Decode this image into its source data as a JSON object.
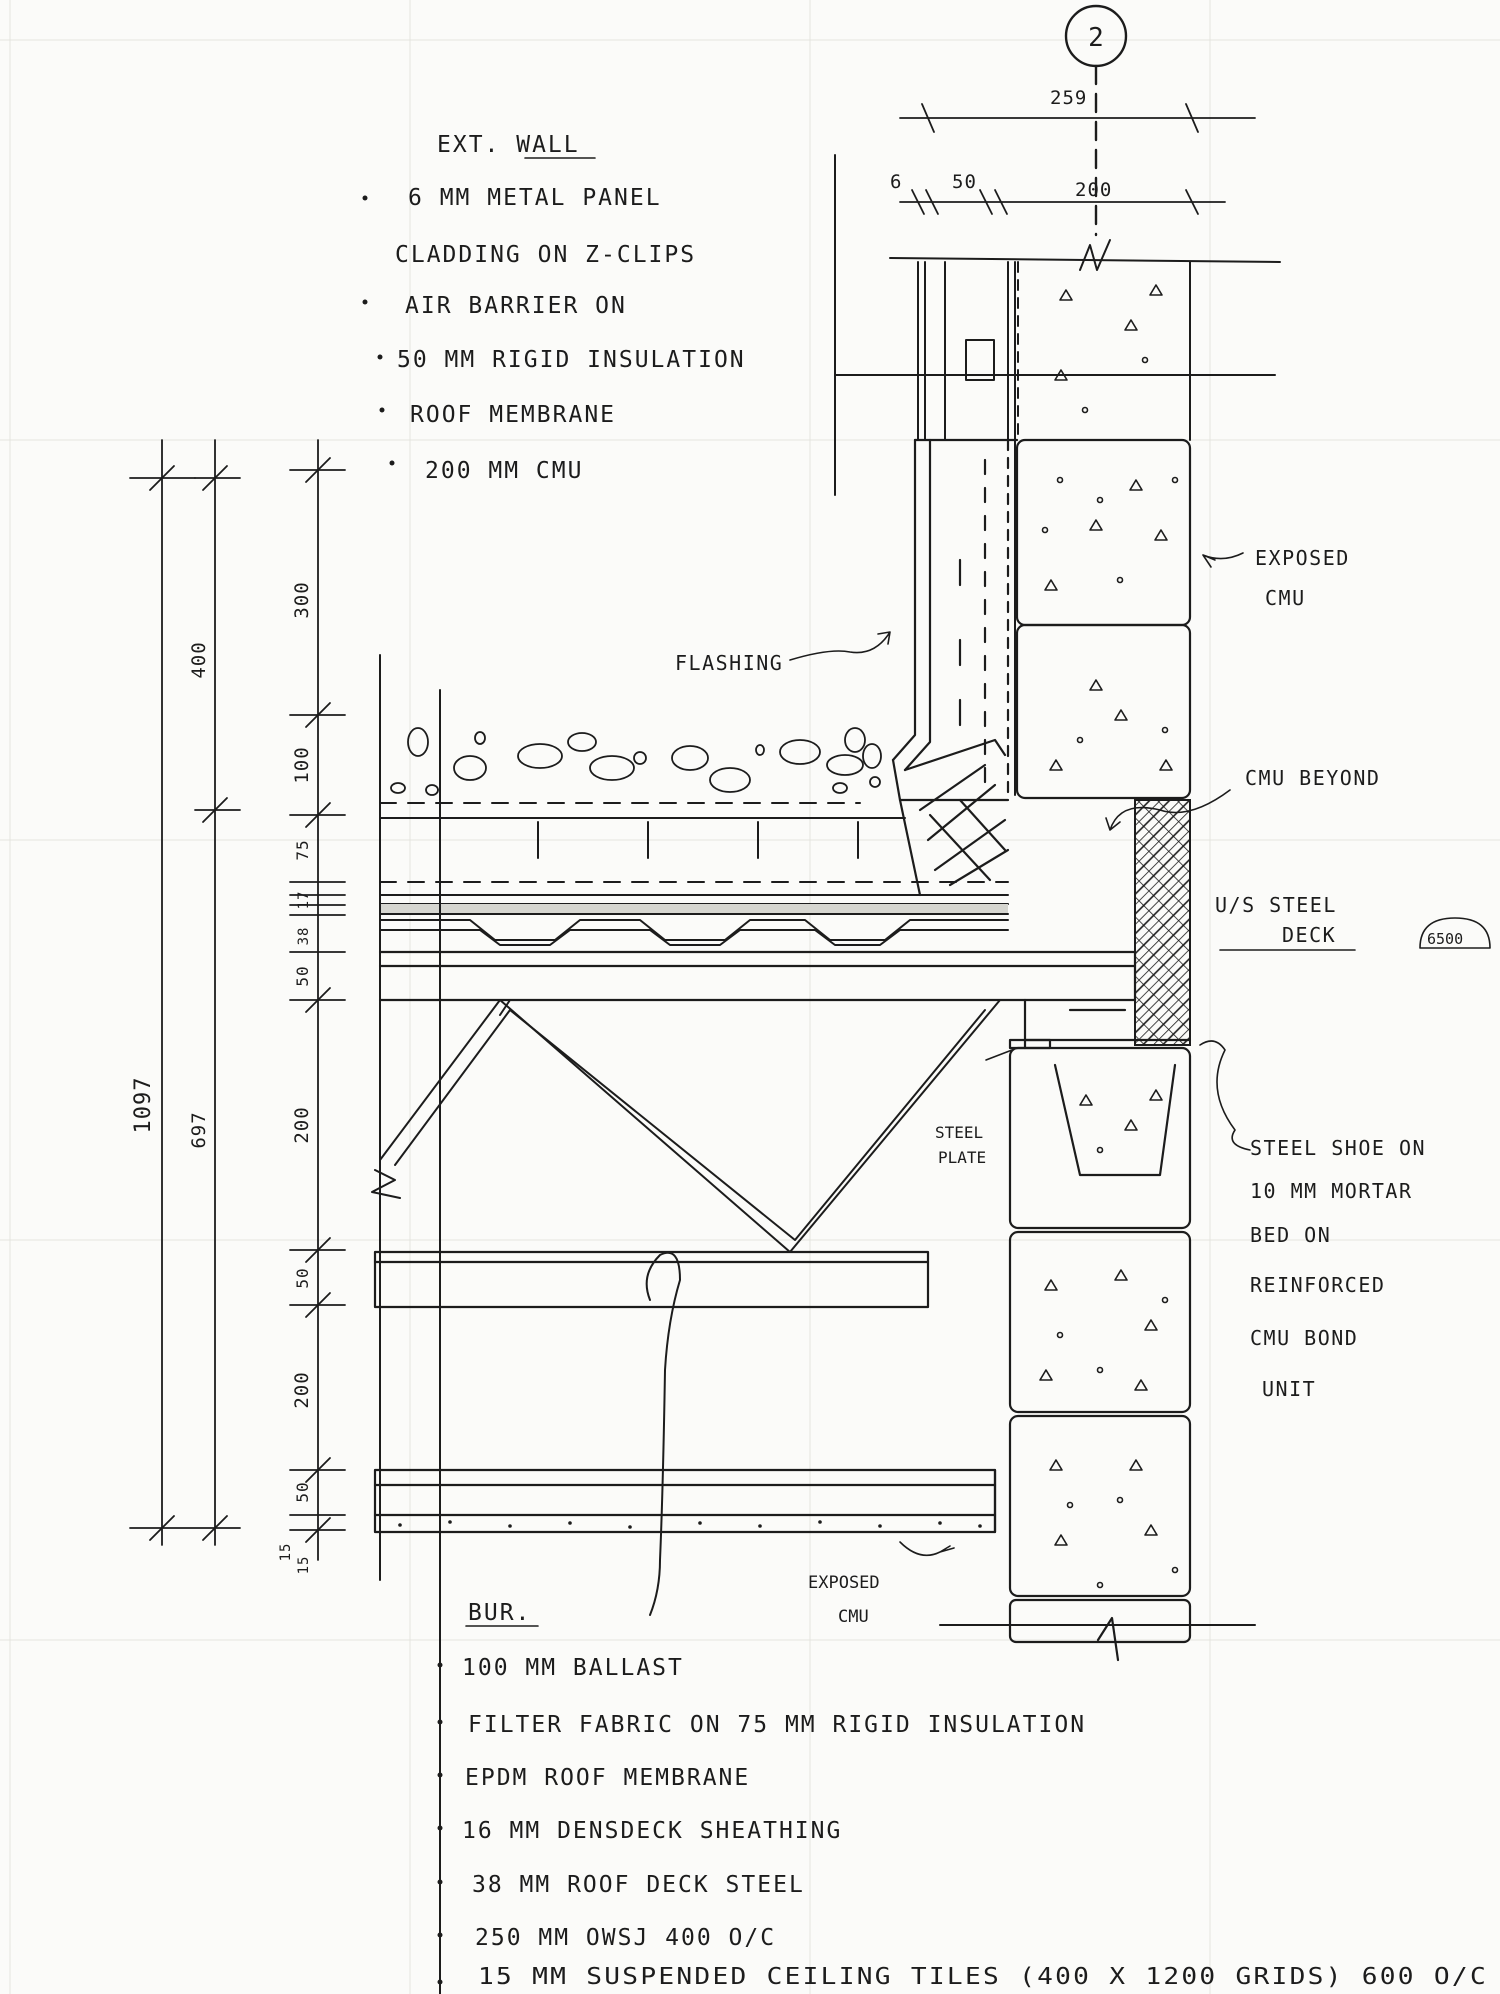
{
  "grid_bubble": "2",
  "wall_notes": {
    "title": "EXT. WALL",
    "items": [
      "6 MM METAL PANEL",
      "CLADDING ON Z-CLIPS",
      "AIR BARRIER ON",
      "50 MM RIGID INSULATION",
      "ROOF MEMBRANE",
      "200 MM CMU"
    ]
  },
  "roof_notes": {
    "title": "BUR.",
    "items": [
      "100 MM BALLAST",
      "FILTER FABRIC ON 75 MM RIGID INSULATION",
      "EPDM ROOF MEMBRANE",
      "16 MM DENSDECK SHEATHING",
      "38 MM ROOF DECK STEEL",
      "250 MM OWSJ 400 O/C",
      "15 MM SUSPENDED CEILING TILES (400 X 1200 GRIDS) 600 O/C"
    ]
  },
  "callouts": {
    "flashing": "FLASHING",
    "exposed_cmu": [
      "EXPOSED",
      "CMU"
    ],
    "cmu_beyond": "CMU BEYOND",
    "us_steel_deck": [
      "U/S STEEL",
      "DECK"
    ],
    "elevation": "6500",
    "steel_plate": [
      "STEEL",
      "PLATE"
    ],
    "steel_shoe": [
      "STEEL SHOE ON",
      "10 MM MORTAR",
      "BED ON",
      "REINFORCED",
      "CMU BOND",
      "UNIT"
    ],
    "exposed_cmu_bottom": [
      "EXPOSED",
      "CMU"
    ]
  },
  "dimensions": {
    "top_total": "259",
    "top_parts": [
      "6",
      "50",
      "200"
    ],
    "overall": "1097",
    "sub_upper": "400",
    "sub_lower": "697",
    "stack": [
      "300",
      "100",
      "75",
      "17",
      "38",
      "50",
      "200",
      "50",
      "200",
      "50",
      "15",
      "15"
    ]
  }
}
